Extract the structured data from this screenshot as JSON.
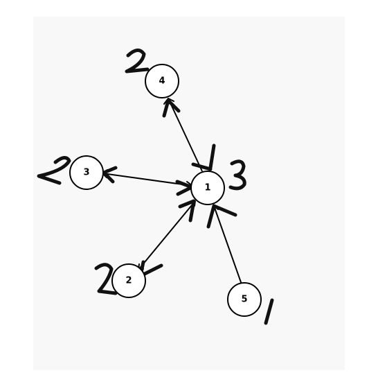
{
  "nodes": [
    {
      "id": "1",
      "label": "1",
      "degree_note": "3"
    },
    {
      "id": "2",
      "label": "2",
      "degree_note": "2"
    },
    {
      "id": "3",
      "label": "3",
      "degree_note": "2"
    },
    {
      "id": "4",
      "label": "4",
      "degree_note": "2"
    },
    {
      "id": "5",
      "label": "5",
      "degree_note": "1"
    }
  ],
  "edges": [
    {
      "from": "1",
      "to": "4",
      "direction": "to"
    },
    {
      "from": "1",
      "to": "3",
      "direction": "both"
    },
    {
      "from": "2",
      "to": "1",
      "direction": "both"
    },
    {
      "from": "5",
      "to": "1",
      "direction": "to"
    }
  ],
  "colors": {
    "background": "#f8f8f8",
    "ink": "#000000",
    "node_fill": "#ffffff"
  }
}
